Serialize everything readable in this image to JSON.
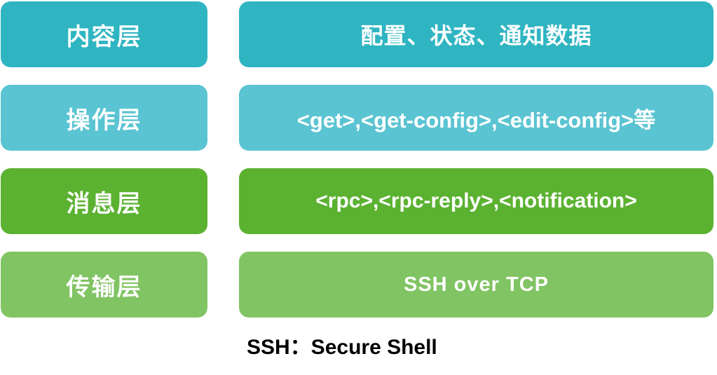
{
  "diagram": {
    "type": "layered-protocol-stack",
    "rows": [
      {
        "layer": "内容层",
        "content": "配置、状态、通知数据",
        "color": "#2FB5C2"
      },
      {
        "layer": "操作层",
        "content": "<get>,<get-config>,<edit-config>等",
        "color": "#5AC4D2"
      },
      {
        "layer": "消息层",
        "content": "<rpc>,<rpc-reply>,<notification>",
        "color": "#5BB231"
      },
      {
        "layer": "传输层",
        "content": "SSH over TCP",
        "color": "#81C463"
      }
    ],
    "footnote": "SSH：Secure Shell",
    "colors": {
      "content_layer": "#2FB5C2",
      "operations_layer": "#5AC4D2",
      "messages_layer": "#5BB231",
      "transport_layer": "#81C463",
      "text_on_box": "#FFFFFF",
      "footnote_text": "#000000",
      "background": "#FFFFFF"
    }
  }
}
